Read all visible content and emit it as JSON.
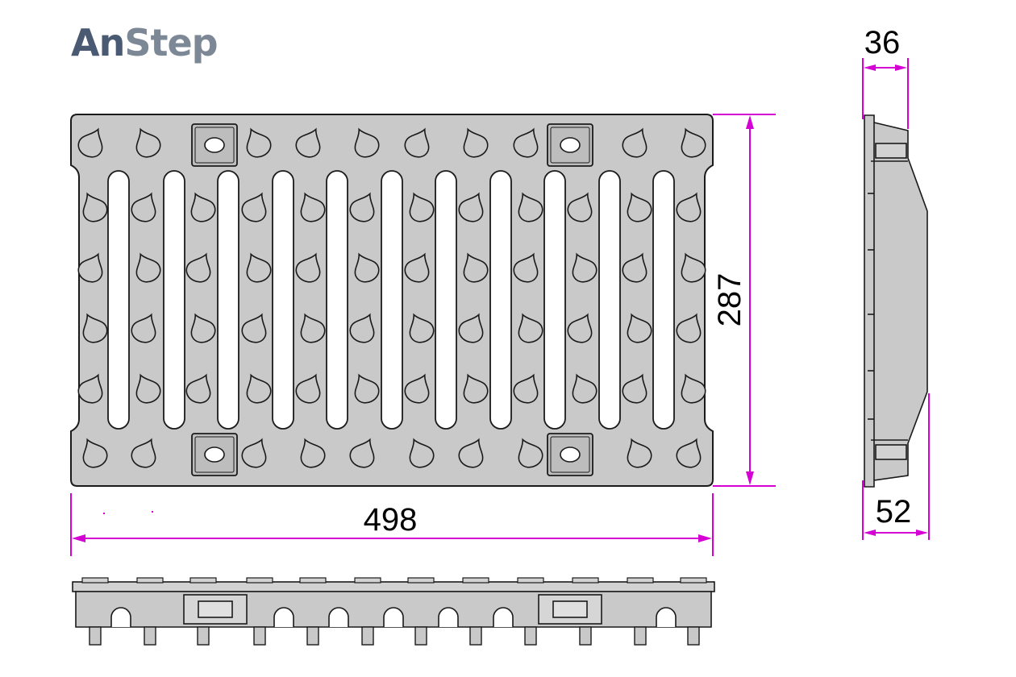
{
  "logo": {
    "part1": "An",
    "part2": "Step"
  },
  "dimensions": {
    "width": "498",
    "height": "287",
    "top_width": "36",
    "bottom_width": "52"
  },
  "colors": {
    "dimension_line": "#d400d4",
    "grate_fill": "#c9c9c9",
    "outline": "#1a1a1a",
    "slot_fill": "#ffffff",
    "logo_dark": "#4a5a72",
    "logo_light": "#7d8896"
  }
}
